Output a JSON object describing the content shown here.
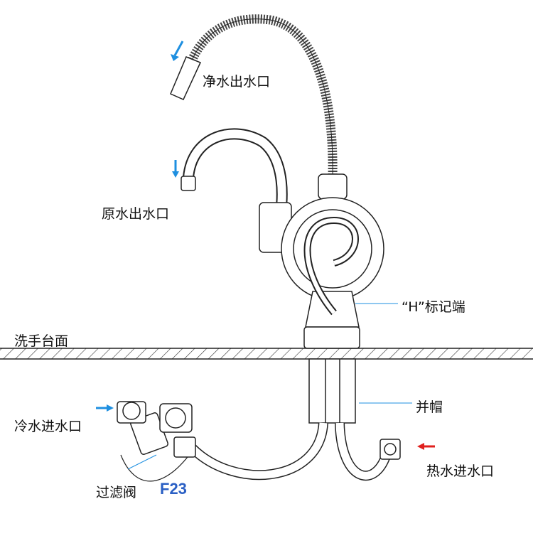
{
  "labels": {
    "purified_outlet": "净水出水口",
    "raw_outlet": "原水出水口",
    "h_mark_end": "“H”标记端",
    "countertop": "洗手台面",
    "lock_nut": "并帽",
    "cold_inlet": "冷水进水口",
    "hot_inlet": "热水进水口",
    "filter_valve": "过滤阀",
    "filter_model": "F23"
  },
  "colors": {
    "cold_arrow": "#1e8fe0",
    "hot_arrow": "#e0201e",
    "model_text": "#2a5fc4"
  }
}
